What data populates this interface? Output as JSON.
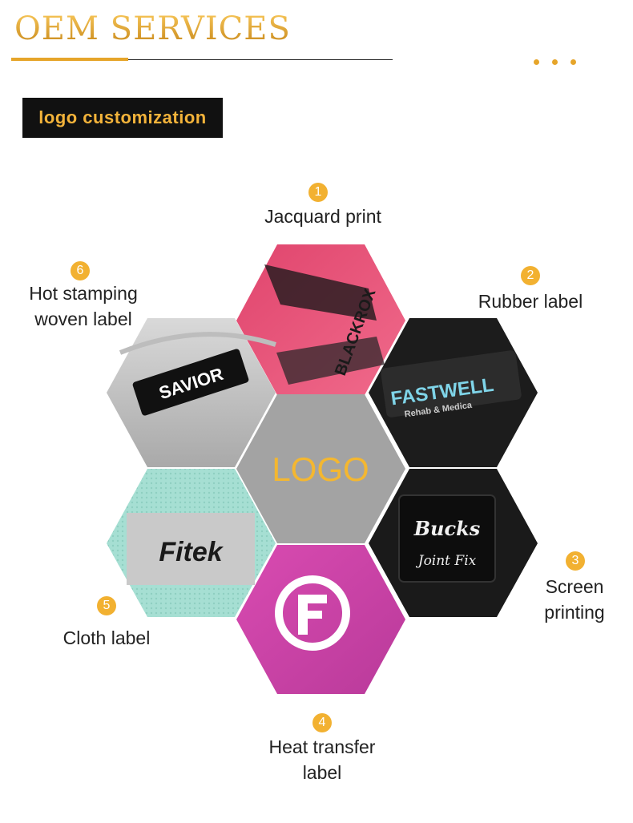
{
  "header": {
    "title": "OEM SERVICES"
  },
  "badge": {
    "text": "logo customization"
  },
  "center": {
    "text": "LOGO"
  },
  "colors": {
    "gold": "#e6a52a",
    "center_hex": "#a3a3a3",
    "badge_bg": "#111111"
  },
  "items": [
    {
      "num": "1",
      "label": "Jacquard print",
      "brand": "BLACKROX"
    },
    {
      "num": "2",
      "label": "Rubber label",
      "brand": "FASTWELL",
      "sub": "Rehab & Medica"
    },
    {
      "num": "3",
      "label_l1": "Screen",
      "label_l2": "printing",
      "brand": "Bucks",
      "sub": "Joint Fix"
    },
    {
      "num": "4",
      "label_l1": "Heat transfer",
      "label_l2": "label"
    },
    {
      "num": "5",
      "label": "Cloth label",
      "brand": "Fitek"
    },
    {
      "num": "6",
      "label_l1": "Hot stamping",
      "label_l2": "woven label",
      "brand": "SAVIOR"
    }
  ]
}
